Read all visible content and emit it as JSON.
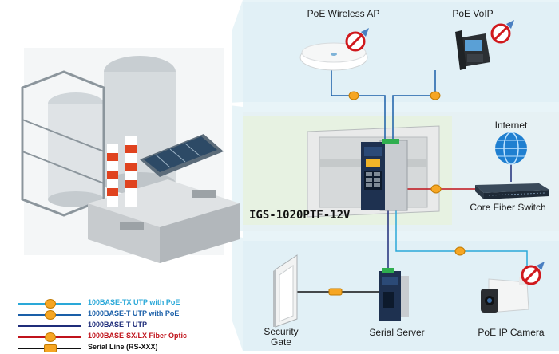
{
  "model": "IGS-1020PTF-12V",
  "devices": {
    "ap": "PoE Wireless AP",
    "voip": "PoE VoIP",
    "internet": "Internet",
    "core_switch": "Core Fiber Switch",
    "gate": "Security\nGate",
    "serial_server": "Serial Server",
    "camera": "PoE IP Camera"
  },
  "legend": [
    {
      "label": "100BASE-TX UTP with PoE",
      "color": "#2aa8d8",
      "tag": "PoE"
    },
    {
      "label": "1000BASE-T UTP with PoE",
      "color": "#1a5fa8",
      "tag": "PoE"
    },
    {
      "label": "1000BASE-T UTP",
      "color": "#1f2d7a",
      "tag": ""
    },
    {
      "label": "1000BASE-SX/LX Fiber Optic",
      "color": "#c0131b",
      "tag": "FIB"
    },
    {
      "label": "Serial Line (RS-XXX)",
      "color": "#111111",
      "tag": "RS"
    }
  ],
  "colors": {
    "panel": "#e6f3f8",
    "center_panel": "#e9f3e6",
    "poe_tag": "#f6a623"
  }
}
